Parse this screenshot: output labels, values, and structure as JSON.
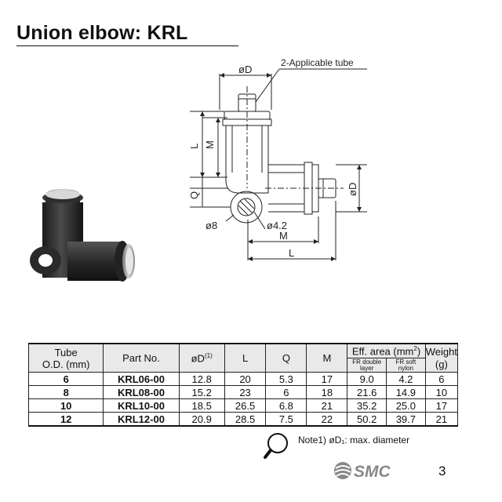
{
  "title": "Union elbow: KRL",
  "drawing": {
    "dim_D_top": "øD",
    "applicable_tube": "2-Applicable tube",
    "dim_M_vert": "M",
    "dim_L_vert": "L",
    "dim_Q": "Q",
    "dim_D_right": "øD",
    "dim_8": "ø8",
    "dim_4_2": "ø4.2",
    "dim_M_horiz": "M",
    "dim_L_horiz": "L"
  },
  "table": {
    "headers": {
      "tube_od": [
        "Tube",
        "O.D. (mm)"
      ],
      "part_no": "Part No.",
      "od": "øD",
      "od_note": "(1)",
      "l": "L",
      "q": "Q",
      "m": "M",
      "eff_area": "Eff. area (mm",
      "eff_area_sup": "2",
      "eff_area_end": ")",
      "fr_double": [
        "FR double",
        "layer"
      ],
      "fr_soft": [
        "FR soft",
        "nylon"
      ],
      "weight": [
        "Weight",
        "(g)"
      ]
    },
    "rows": [
      {
        "tube": "6",
        "part": "KRL06-00",
        "od": "12.8",
        "l": "20",
        "q": "5.3",
        "m": "17",
        "fr_double": "9.0",
        "fr_soft": "4.2",
        "weight": "6"
      },
      {
        "tube": "8",
        "part": "KRL08-00",
        "od": "15.2",
        "l": "23",
        "q": "6",
        "m": "18",
        "fr_double": "21.6",
        "fr_soft": "14.9",
        "weight": "10"
      },
      {
        "tube": "10",
        "part": "KRL10-00",
        "od": "18.5",
        "l": "26.5",
        "q": "6.8",
        "m": "21",
        "fr_double": "35.2",
        "fr_soft": "25.0",
        "weight": "17"
      },
      {
        "tube": "12",
        "part": "KRL12-00",
        "od": "20.9",
        "l": "28.5",
        "q": "7.5",
        "m": "22",
        "fr_double": "50.2",
        "fr_soft": "39.7",
        "weight": "21"
      }
    ]
  },
  "note": "Note1) øD₁: max. diameter",
  "logo_text": "SMC",
  "page_number": "3"
}
